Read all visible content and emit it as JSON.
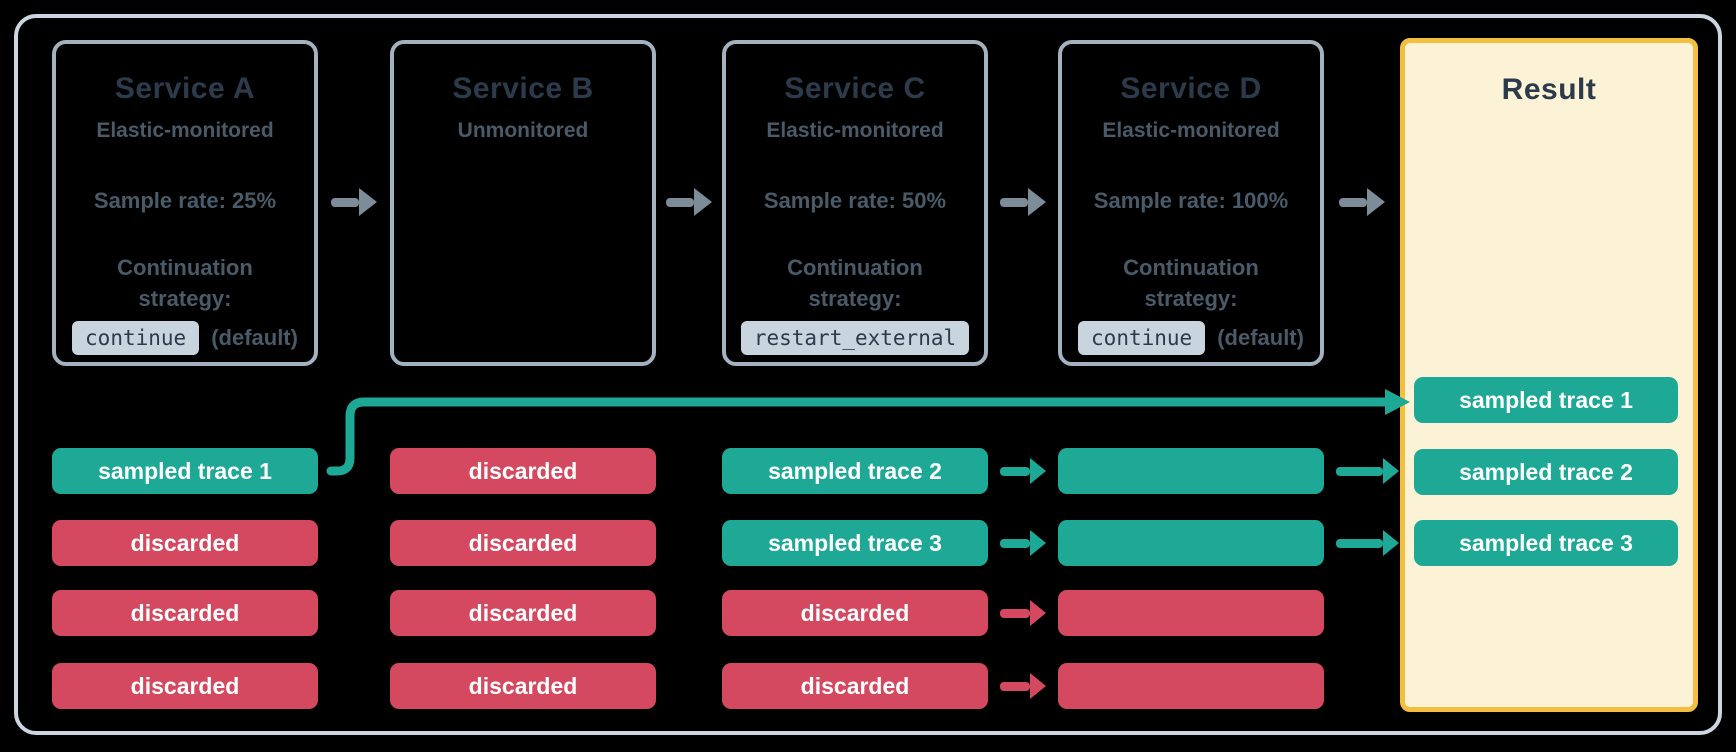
{
  "diagram": {
    "services": [
      {
        "title": "Service A",
        "subtitle": "Elastic-monitored",
        "sample_rate": "Sample rate: 25%",
        "continuation_line1": "Continuation",
        "continuation_line2": "strategy:",
        "strategy_code": "continue",
        "strategy_note": "(default)"
      },
      {
        "title": "Service B",
        "subtitle": "Unmonitored"
      },
      {
        "title": "Service C",
        "subtitle": "Elastic-monitored",
        "sample_rate": "Sample rate: 50%",
        "continuation_line1": "Continuation",
        "continuation_line2": "strategy:",
        "strategy_code": "restart_external",
        "strategy_note": ""
      },
      {
        "title": "Service D",
        "subtitle": "Elastic-monitored",
        "sample_rate": "Sample rate: 100%",
        "continuation_line1": "Continuation",
        "continuation_line2": "strategy:",
        "strategy_code": "continue",
        "strategy_note": "(default)"
      }
    ],
    "trace_columns": [
      {
        "service": "Service A",
        "pills": [
          {
            "label": "sampled trace 1",
            "type": "sampled"
          },
          {
            "label": "discarded",
            "type": "discarded"
          },
          {
            "label": "discarded",
            "type": "discarded"
          },
          {
            "label": "discarded",
            "type": "discarded"
          }
        ]
      },
      {
        "service": "Service B",
        "pills": [
          {
            "label": "discarded",
            "type": "discarded"
          },
          {
            "label": "discarded",
            "type": "discarded"
          },
          {
            "label": "discarded",
            "type": "discarded"
          },
          {
            "label": "discarded",
            "type": "discarded"
          }
        ]
      },
      {
        "service": "Service C",
        "pills": [
          {
            "label": "sampled trace 2",
            "type": "sampled"
          },
          {
            "label": "sampled trace 3",
            "type": "sampled"
          },
          {
            "label": "discarded",
            "type": "discarded"
          },
          {
            "label": "discarded",
            "type": "discarded"
          }
        ]
      },
      {
        "service": "Service D",
        "pills": [
          {
            "label": "",
            "type": "sampled"
          },
          {
            "label": "",
            "type": "sampled"
          },
          {
            "label": "",
            "type": "discarded"
          },
          {
            "label": "",
            "type": "discarded"
          }
        ]
      }
    ],
    "result": {
      "title": "Result",
      "pills": [
        {
          "label": "sampled trace 1",
          "type": "sampled"
        },
        {
          "label": "sampled trace 2",
          "type": "sampled"
        },
        {
          "label": "sampled trace 3",
          "type": "sampled"
        }
      ]
    },
    "arrows": {
      "between_services_count": 4,
      "c_to_d_rows": [
        "sampled",
        "sampled",
        "discarded",
        "discarded"
      ],
      "d_to_result_rows": [
        "sampled",
        "sampled"
      ],
      "connector": {
        "from": "Service A sampled trace 1",
        "to": "Result sampled trace 1",
        "type": "sampled"
      }
    },
    "colors": {
      "sampled": "#1EA997",
      "discarded": "#D4495F",
      "result_border": "#F3BF40",
      "result_fill": "#FCF2D5",
      "service_border": "#A2B2C1",
      "frame_border": "#CBD6E0",
      "gray_arrow": "#7C8C99",
      "title_text": "#2C3B4B",
      "body_text": "#495A68",
      "chip_bg": "#C8D4DE",
      "pill_text": "#FFFFFF",
      "background": "#000000"
    }
  }
}
